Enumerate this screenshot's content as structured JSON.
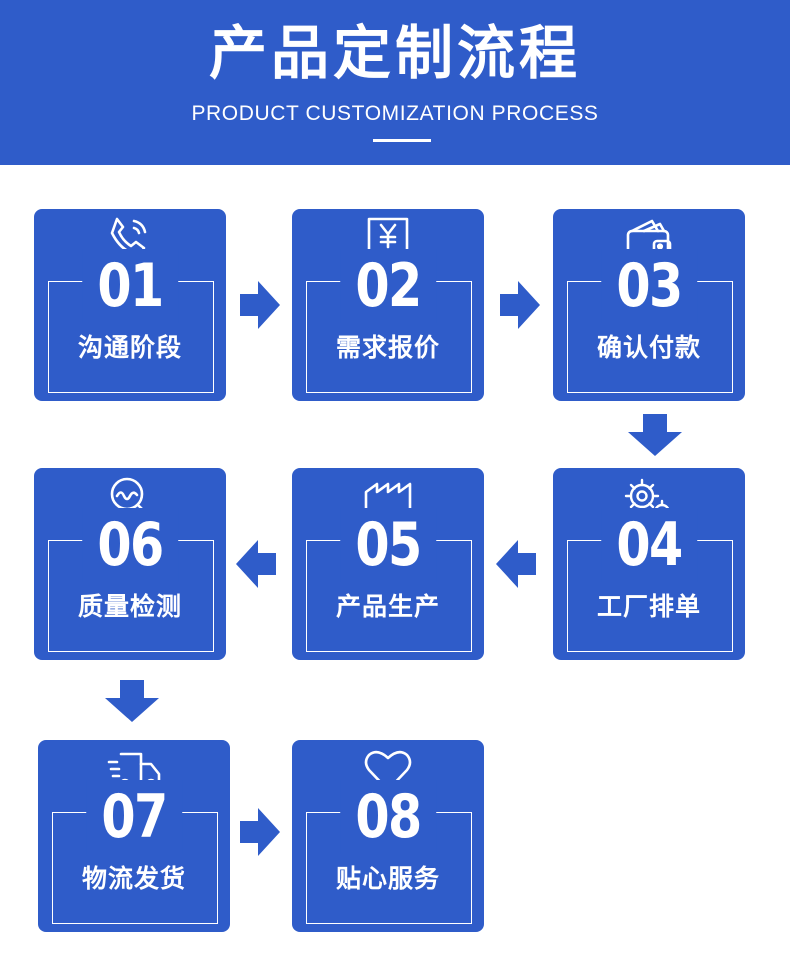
{
  "header": {
    "title": "产品定制流程",
    "subtitle": "PRODUCT CUSTOMIZATION PROCESS"
  },
  "steps": [
    {
      "number": "01",
      "label": "沟通阶段",
      "icon": "phone-icon"
    },
    {
      "number": "02",
      "label": "需求报价",
      "icon": "yen-receipt-icon"
    },
    {
      "number": "03",
      "label": "确认付款",
      "icon": "wallet-icon"
    },
    {
      "number": "04",
      "label": "工厂排单",
      "icon": "gears-icon"
    },
    {
      "number": "05",
      "label": "产品生产",
      "icon": "factory-icon"
    },
    {
      "number": "06",
      "label": "质量检测",
      "icon": "magnifier-icon"
    },
    {
      "number": "07",
      "label": "物流发货",
      "icon": "delivery-truck-icon"
    },
    {
      "number": "08",
      "label": "贴心服务",
      "icon": "heart-icon"
    }
  ],
  "colors": {
    "primary": "#2f5cc9",
    "text": "#ffffff",
    "background": "#ffffff"
  }
}
